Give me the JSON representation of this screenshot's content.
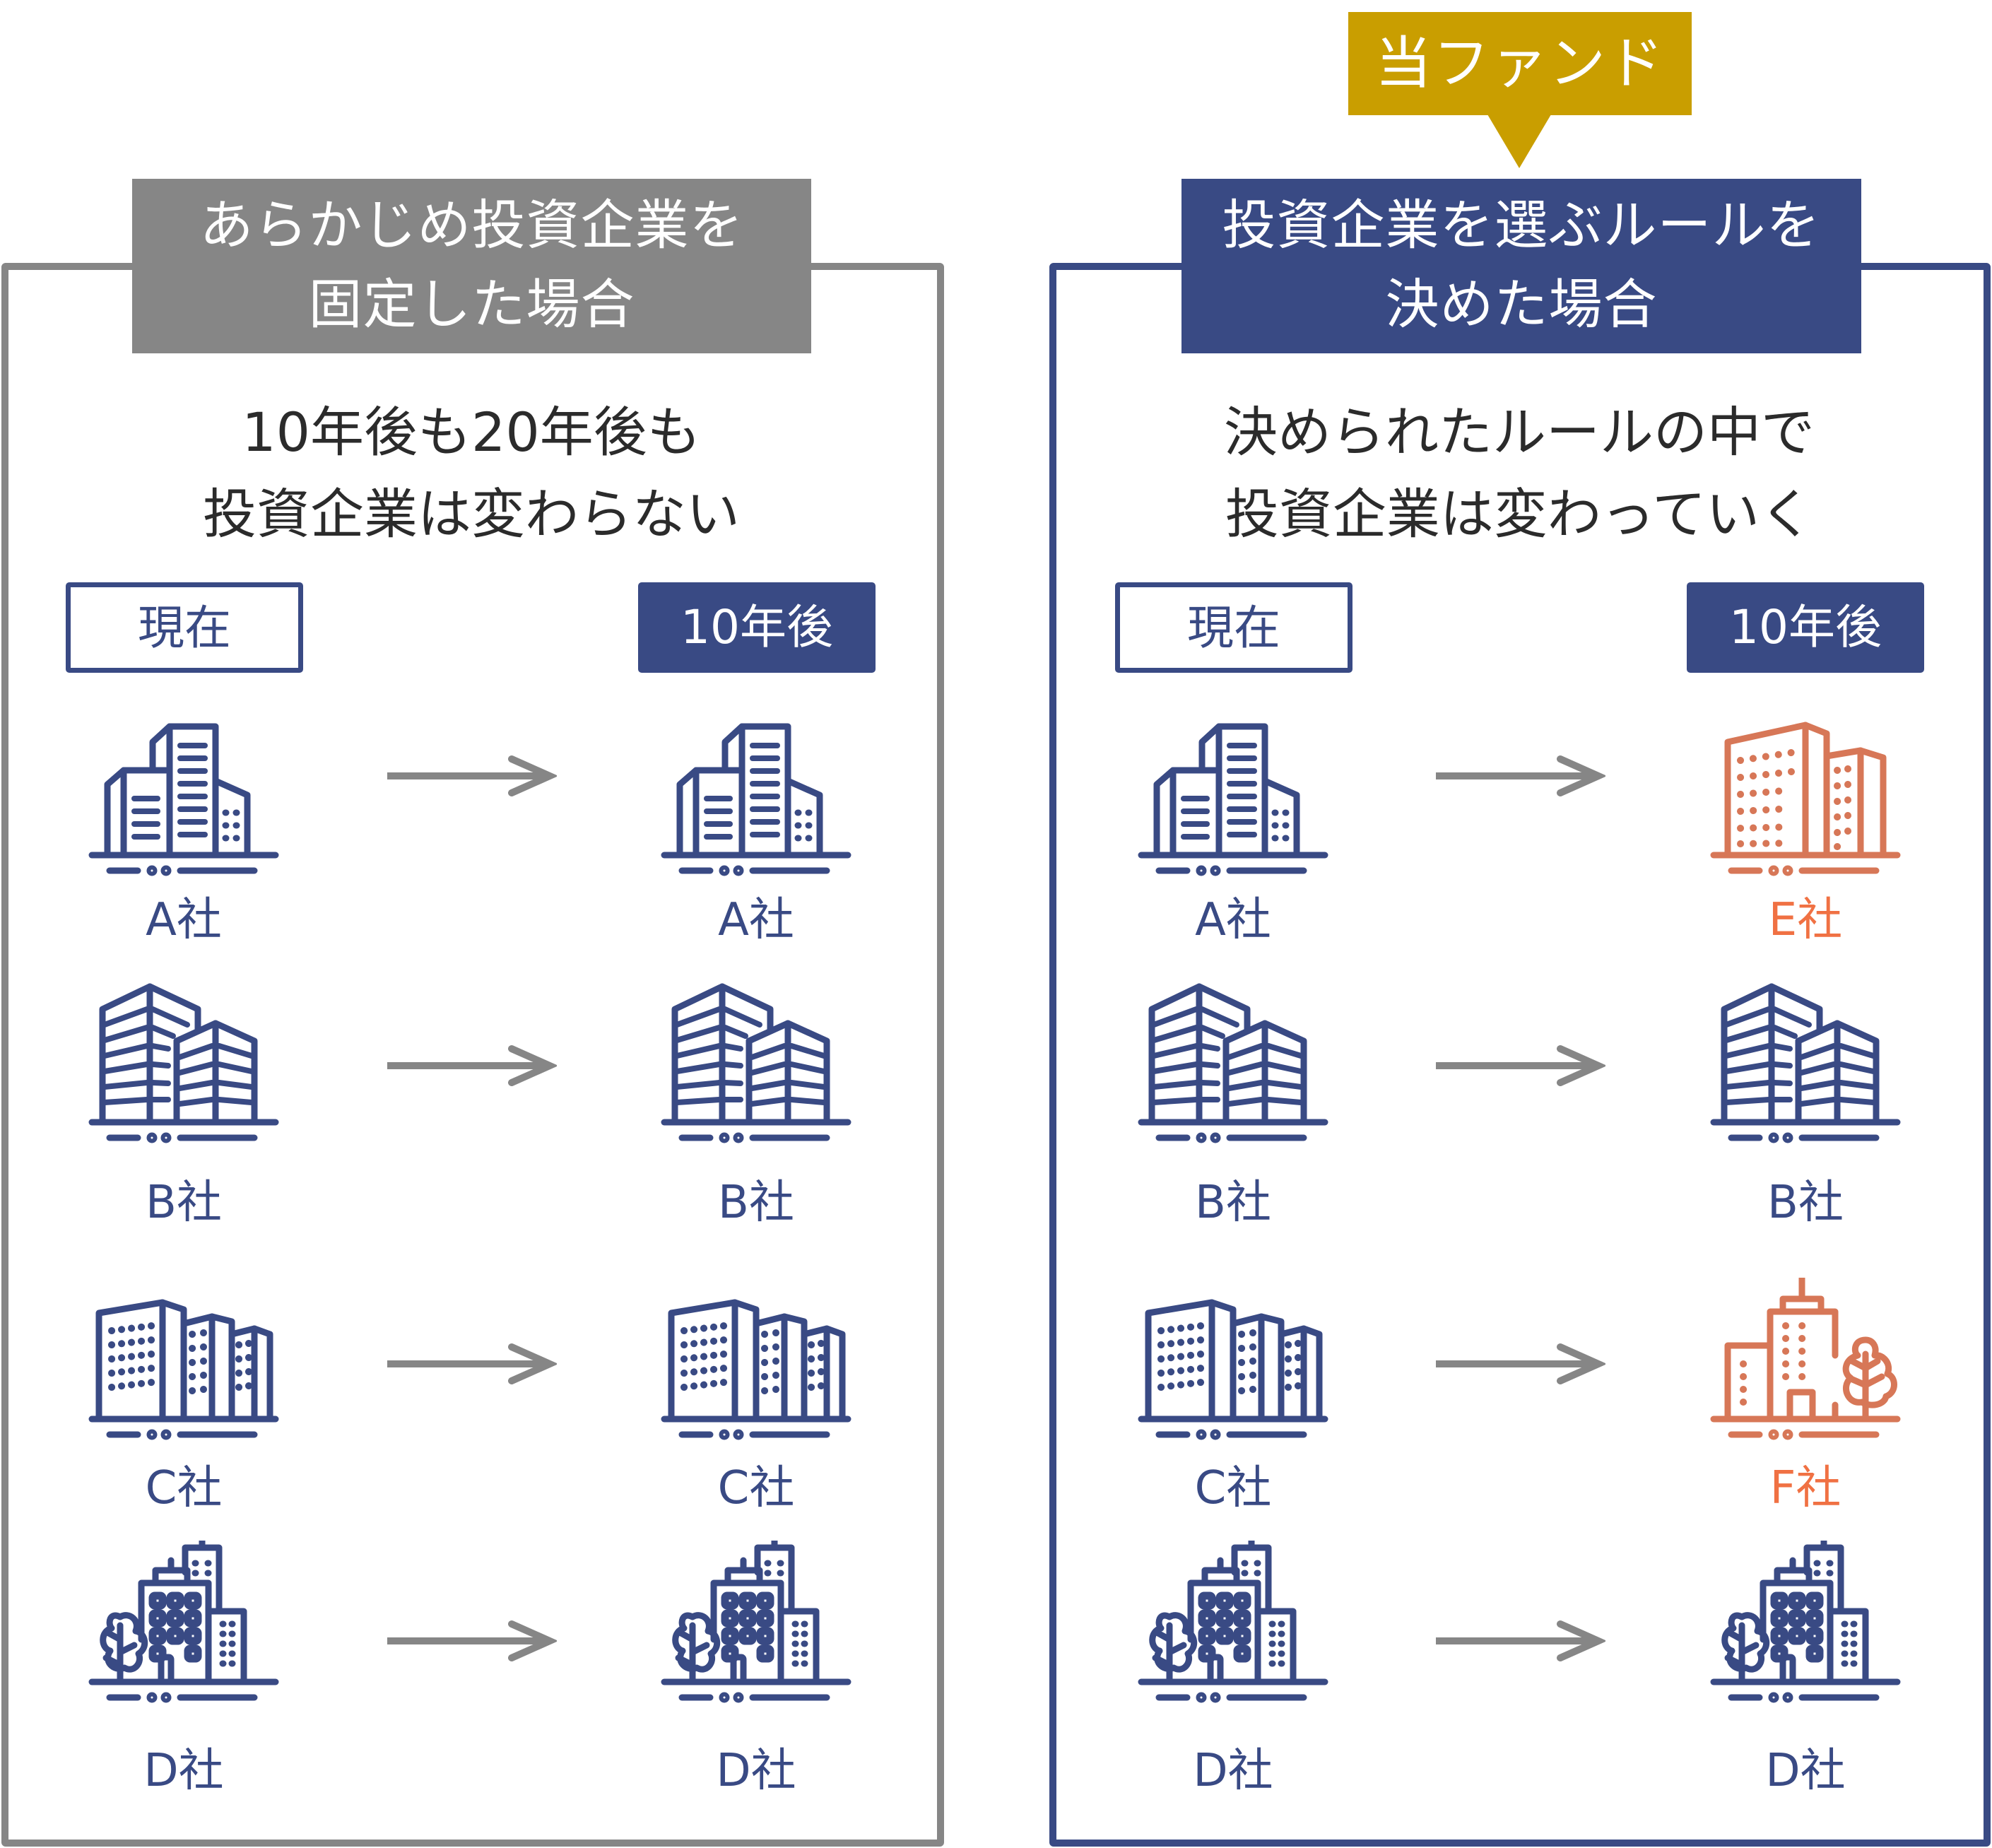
{
  "colors": {
    "navy": "#394a84",
    "gray": "#868686",
    "gold": "#c99e00",
    "orange_icon": "#d77757",
    "orange_text": "#f07143",
    "text_dark": "#2b2b2b"
  },
  "callout": {
    "label": "当ファンド"
  },
  "left_panel": {
    "header_lines": [
      "あらかじめ投資企業を",
      "固定した場合"
    ],
    "subtitle_lines": [
      "10年後も20年後も",
      "投資企業は変わらない"
    ],
    "tag_now": "現在",
    "tag_later": "10年後",
    "rows": [
      {
        "now": {
          "label": "A社",
          "icon": "office-building-a-icon",
          "highlight": false
        },
        "later": {
          "label": "A社",
          "icon": "office-building-a-icon",
          "highlight": false
        }
      },
      {
        "now": {
          "label": "B社",
          "icon": "skyscraper-b-icon",
          "highlight": false
        },
        "later": {
          "label": "B社",
          "icon": "skyscraper-b-icon",
          "highlight": false
        }
      },
      {
        "now": {
          "label": "C社",
          "icon": "apartment-block-c-icon",
          "highlight": false
        },
        "later": {
          "label": "C社",
          "icon": "apartment-block-c-icon",
          "highlight": false
        }
      },
      {
        "now": {
          "label": "D社",
          "icon": "city-with-tree-d-icon",
          "highlight": false
        },
        "later": {
          "label": "D社",
          "icon": "city-with-tree-d-icon",
          "highlight": false
        }
      }
    ]
  },
  "right_panel": {
    "header_lines": [
      "投資企業を選ぶルールを",
      "決めた場合"
    ],
    "subtitle_lines": [
      "決められたルールの中で",
      "投資企業は変わっていく"
    ],
    "tag_now": "現在",
    "tag_later": "10年後",
    "rows": [
      {
        "now": {
          "label": "A社",
          "icon": "office-building-a-icon",
          "highlight": false
        },
        "later": {
          "label": "E社",
          "icon": "twin-tower-e-icon",
          "highlight": true
        }
      },
      {
        "now": {
          "label": "B社",
          "icon": "skyscraper-b-icon",
          "highlight": false
        },
        "later": {
          "label": "B社",
          "icon": "skyscraper-b-icon",
          "highlight": false
        }
      },
      {
        "now": {
          "label": "C社",
          "icon": "apartment-block-c-icon",
          "highlight": false
        },
        "later": {
          "label": "F社",
          "icon": "tower-with-tree-f-icon",
          "highlight": true
        }
      },
      {
        "now": {
          "label": "D社",
          "icon": "city-with-tree-d-icon",
          "highlight": false
        },
        "later": {
          "label": "D社",
          "icon": "city-with-tree-d-icon",
          "highlight": false
        }
      }
    ]
  }
}
